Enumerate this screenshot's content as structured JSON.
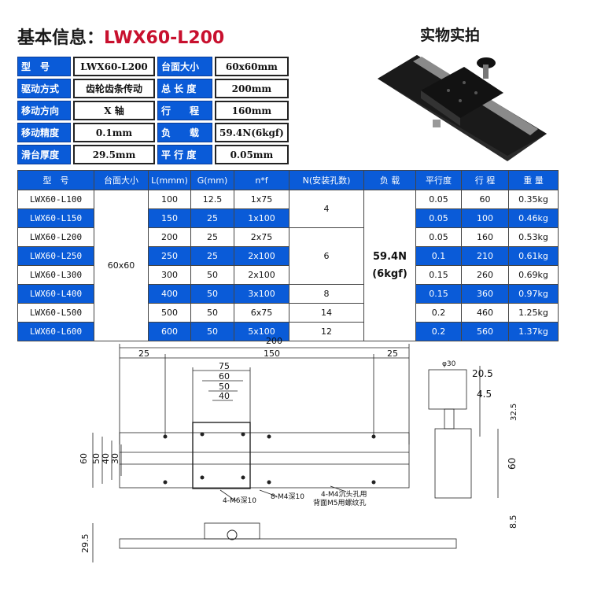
{
  "header": {
    "prefix": "基本信息：",
    "model": "LWX60-L200",
    "photo_title": "实物实拍"
  },
  "spec": [
    [
      {
        "k": "型　号",
        "v": "LWX60-L200"
      },
      {
        "k": "台面大小",
        "v": "60x60mm"
      }
    ],
    [
      {
        "k": "驱动方式",
        "v": "齿轮齿条传动"
      },
      {
        "k": "总 长 度",
        "v": "200mm"
      }
    ],
    [
      {
        "k": "移动方向",
        "v": "X 轴"
      },
      {
        "k": "行　　程",
        "v": "160mm"
      }
    ],
    [
      {
        "k": "移动精度",
        "v": "0.1mm"
      },
      {
        "k": "负　　载",
        "v": "59.4N(6kgf)"
      }
    ],
    [
      {
        "k": "滑台厚度",
        "v": "29.5mm"
      },
      {
        "k": "平 行 度",
        "v": "0.05mm"
      }
    ]
  ],
  "table": {
    "headers": [
      "型　号",
      "台面大小",
      "L(mmm)",
      "G(mm)",
      "n*f",
      "N(安装孔数)",
      "负 载",
      "平行度",
      "行 程",
      "重 量"
    ],
    "table_size": "60x60",
    "load": "59.4N\n(6kgf)",
    "rows": [
      {
        "model": "LWX60-L100",
        "L": "100",
        "G": "12.5",
        "nf": "1x75",
        "par": "0.05",
        "stroke": "60",
        "wt": "0.35kg"
      },
      {
        "model": "LWX60-L150",
        "L": "150",
        "G": "25",
        "nf": "1x100",
        "par": "0.05",
        "stroke": "100",
        "wt": "0.46kg"
      },
      {
        "model": "LWX60-L200",
        "L": "200",
        "G": "25",
        "nf": "2x75",
        "par": "0.05",
        "stroke": "160",
        "wt": "0.53kg"
      },
      {
        "model": "LWX60-L250",
        "L": "250",
        "G": "25",
        "nf": "2x100",
        "par": "0.1",
        "stroke": "210",
        "wt": "0.61kg"
      },
      {
        "model": "LWX60-L300",
        "L": "300",
        "G": "50",
        "nf": "2x100",
        "par": "0.15",
        "stroke": "260",
        "wt": "0.69kg"
      },
      {
        "model": "LWX60-L400",
        "L": "400",
        "G": "50",
        "nf": "3x100",
        "par": "0.15",
        "stroke": "360",
        "wt": "0.97kg"
      },
      {
        "model": "LWX60-L500",
        "L": "500",
        "G": "50",
        "nf": "6x75",
        "par": "0.2",
        "stroke": "460",
        "wt": "1.25kg"
      },
      {
        "model": "LWX60-L600",
        "L": "600",
        "G": "50",
        "nf": "5x100",
        "par": "0.2",
        "stroke": "560",
        "wt": "1.37kg"
      }
    ],
    "N": [
      "4",
      "6",
      "8",
      "14",
      "12"
    ]
  },
  "drawing": {
    "dim_200": "200",
    "dim_25a": "25",
    "dim_150": "150",
    "dim_25b": "25",
    "dim_75": "75",
    "dim_60": "60",
    "dim_50": "50",
    "dim_40": "40",
    "left_60": "60",
    "left_50": "50",
    "left_40": "40",
    "left_30": "30",
    "note_m6": "4-M6深10",
    "note_m4": "8-M4深10",
    "note_sink1": "4-M4沉头孔用",
    "note_sink2": "背面M5用螺纹孔",
    "side_phi": "φ30",
    "side_205": "20.5",
    "side_45": "4.5",
    "side_325": "32.5",
    "side_60": "60",
    "side_85": "8.5",
    "front_295": "29.5"
  }
}
